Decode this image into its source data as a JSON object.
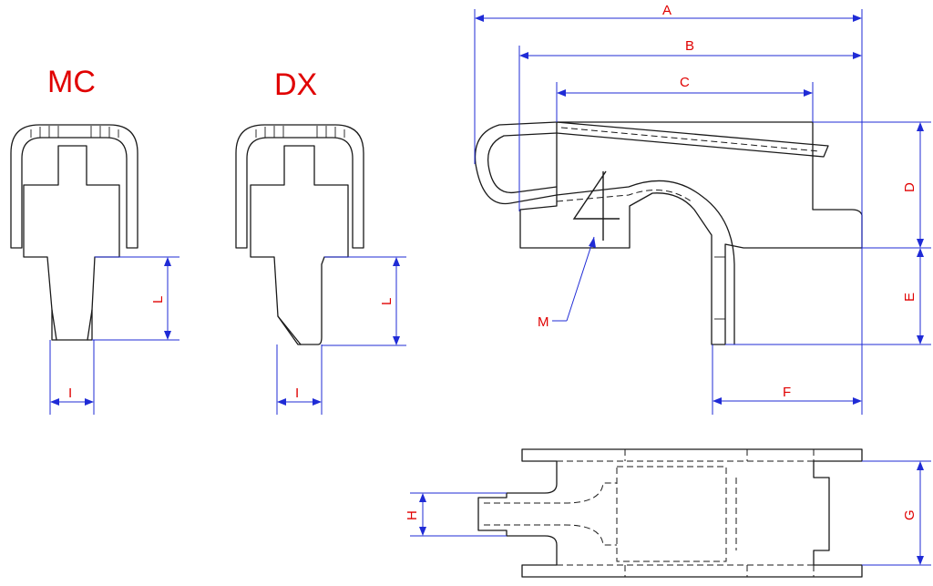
{
  "variants": {
    "mc": "MC",
    "dx": "DX"
  },
  "dimensions": {
    "A": "A",
    "B": "B",
    "C": "C",
    "D": "D",
    "E": "E",
    "F": "F",
    "G": "G",
    "H": "H",
    "M": "M",
    "L": "L",
    "I": "I"
  },
  "stamp_mark": "4",
  "colors": {
    "dimension_lines": "#1f2bd6",
    "labels": "#e00000",
    "outline": "#1a1a1a"
  }
}
